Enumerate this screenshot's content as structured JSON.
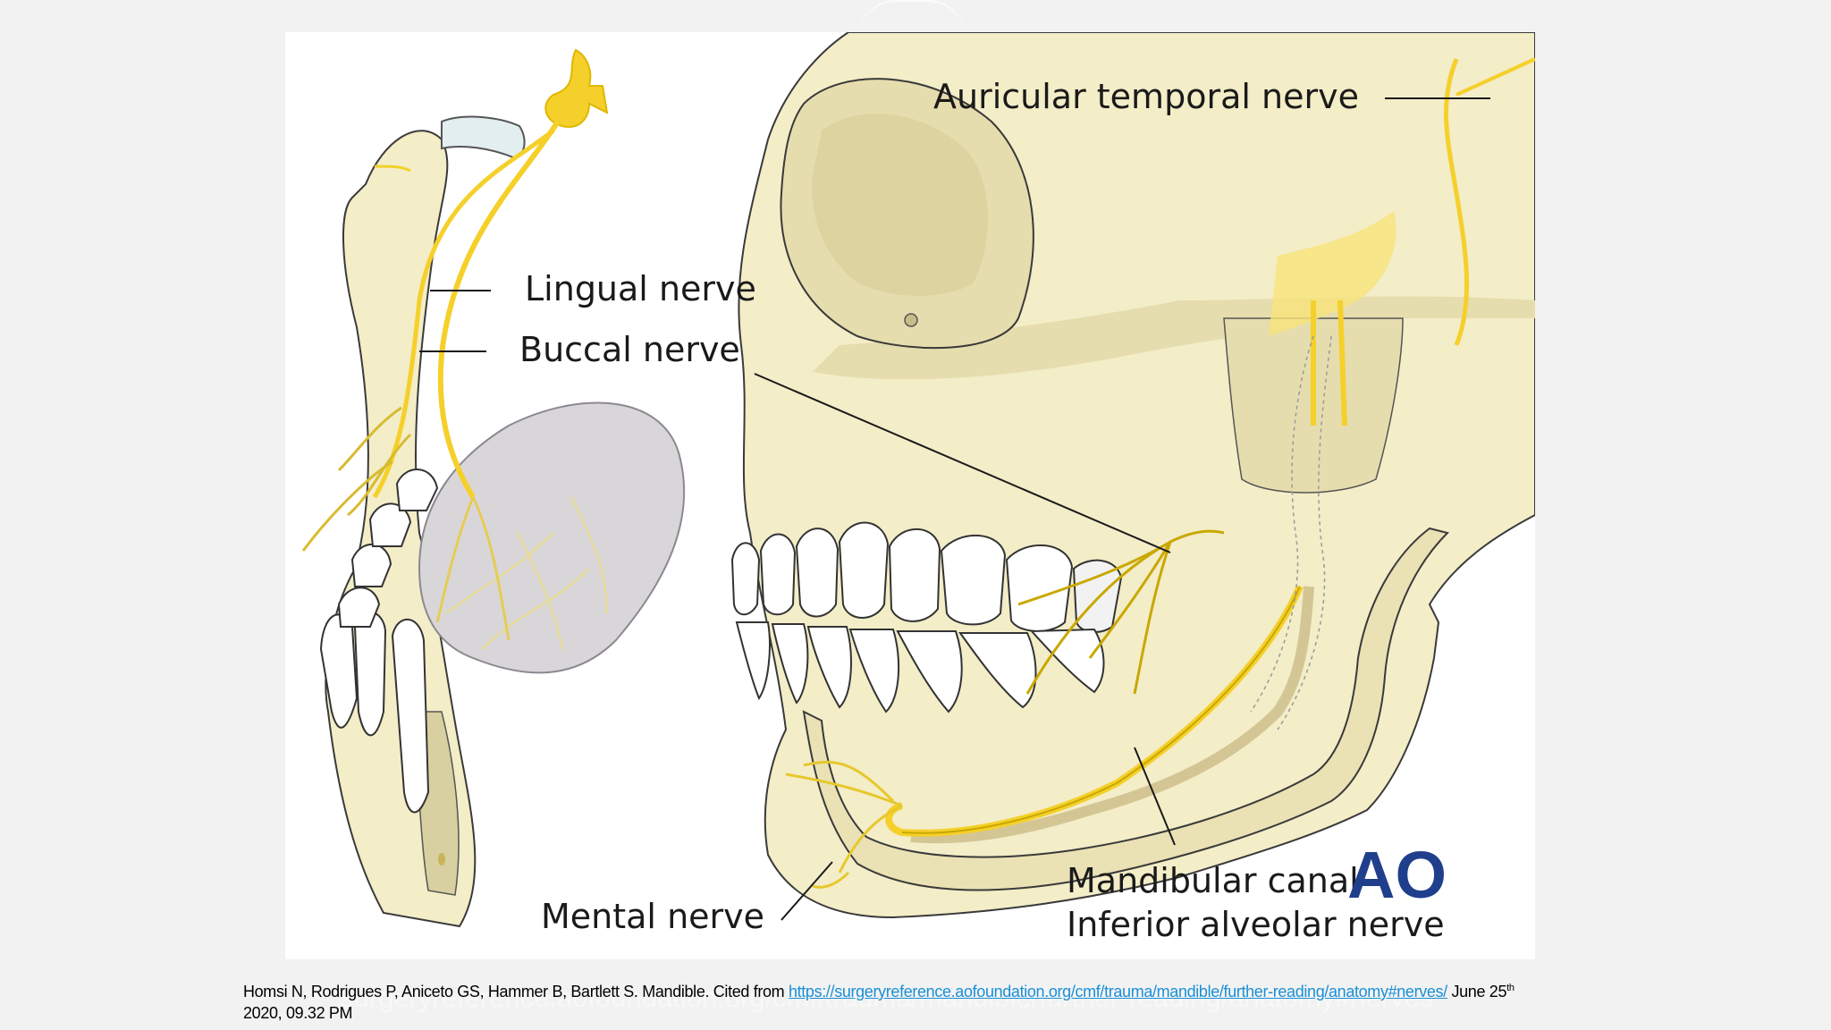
{
  "figure": {
    "labels": {
      "auricular": "Auricular temporal nerve",
      "lingual": "Lingual nerve",
      "buccal": "Buccal nerve",
      "mental": "Mental nerve",
      "mandibular_canal": "Mandibular canal",
      "inferior_alveolar": "Inferior alveolar nerve"
    },
    "logo_text": "AO",
    "colors": {
      "bone": "#f3edc8",
      "bone_shade": "#e6ddae",
      "nerve": "#f5d02a",
      "tongue": "#d9d6da",
      "teeth": "#ffffff",
      "logo": "#1f3f8c"
    }
  },
  "citation": {
    "text_before": "Homsi N, Rodrigues P, Aniceto GS, Hammer B, Bartlett S. Mandible. Cited from",
    "link": "https://surgeryreference.aofoundation.org/cmf/trauma/mandible/further-reading/anatomy#nerves/",
    "text_after": "June 25",
    "superscript": "th",
    "date_line": "2020, 09.32 PM"
  },
  "watermark": "surgeryreference.aofoundation.org/cmf/trauma/mandible/further-reading/anatomy#nerves"
}
